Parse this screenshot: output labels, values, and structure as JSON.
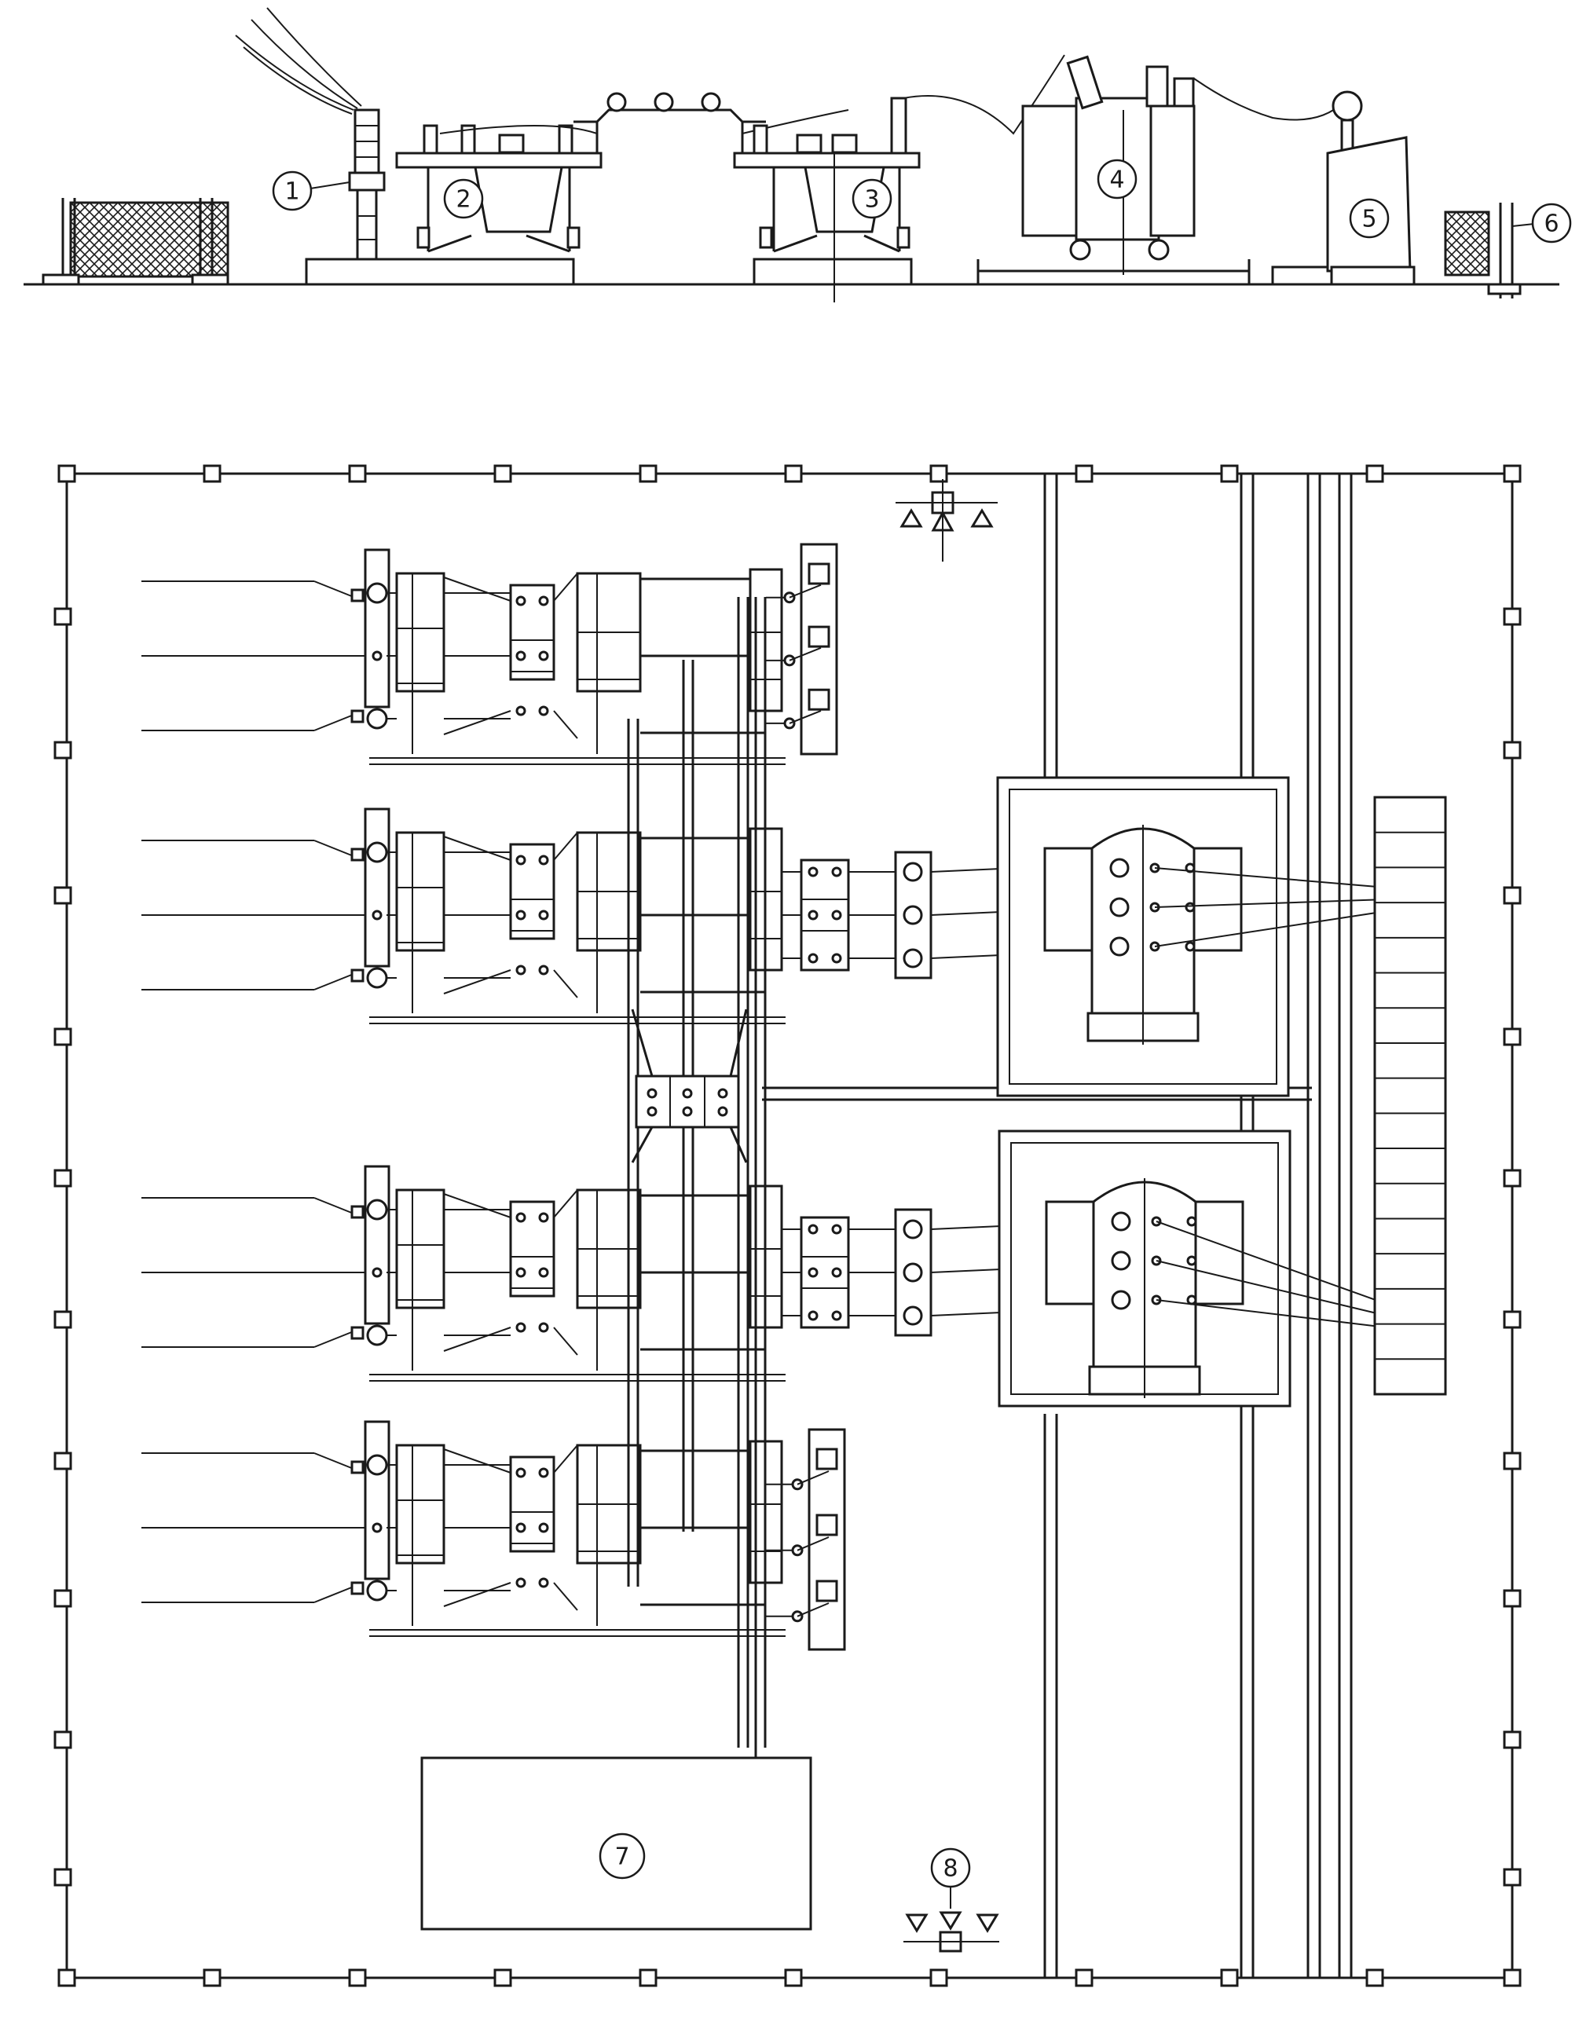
{
  "labels": {
    "n1": "1",
    "n2": "2",
    "n3": "3",
    "n4": "4",
    "n5": "5",
    "n6": "6",
    "n7": "7",
    "n8": "8"
  },
  "colors": {
    "line": "#1a1a1a",
    "background": "#ffffff"
  }
}
